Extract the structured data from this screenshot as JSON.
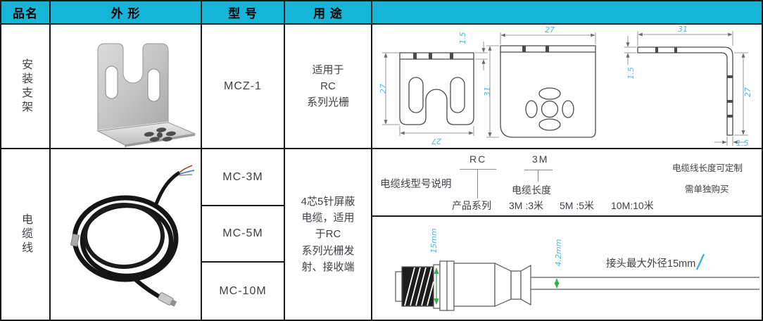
{
  "colors": {
    "accent": "#15b5d8",
    "border": "#1a1a1a",
    "body_text": "#3f4045",
    "dimension_label": "#4db9e8",
    "arrow_green": "#3aae4b"
  },
  "header": {
    "cols": [
      "品名",
      "外 形",
      "型 号",
      "用 途"
    ]
  },
  "bracket_row": {
    "name": "安装支架",
    "model": "MCZ-1",
    "usage": [
      "适用于",
      "RC",
      "系列光栅"
    ],
    "dims": {
      "front_height": "27",
      "front_width": "27",
      "front_thickness": "1.5",
      "back_width": "27",
      "back_height": "31",
      "side_width": "31",
      "side_thickness_top": "1.5",
      "side_height": "27",
      "side_thickness_bottom": "1.5"
    }
  },
  "cable_row": {
    "name": "电缆线",
    "models": [
      "MC-3M",
      "MC-5M",
      "MC-10M"
    ],
    "usage": [
      "4芯5针屏蔽",
      "电缆，适用",
      "于RC",
      "系列光栅发",
      "射、接收端"
    ],
    "explanation": {
      "title": "电缆线型号说明",
      "series_code": "RC",
      "series_label": "产品系列",
      "length_code": "3M",
      "length_label": "电缆长度",
      "length_options": [
        "3M :3米",
        "5M :5米",
        "10M:10米"
      ],
      "note1": "电缆线长度可定制",
      "note2": "需单独购买"
    },
    "connector": {
      "dim_diameter": "15mm",
      "dim_cable": "4.2mm",
      "caption": "接头最大外径15mm"
    }
  }
}
